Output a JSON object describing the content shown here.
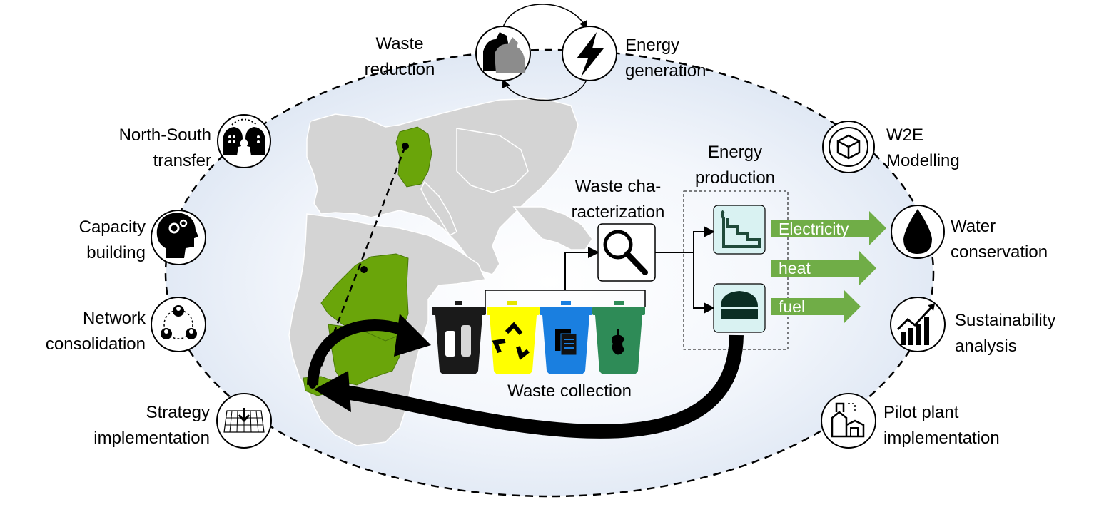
{
  "colors": {
    "green": "#6aa50a",
    "arrow_green": "#70ad47",
    "map_gray": "#d4d4d4",
    "bin_black": "#1a1a1a",
    "bin_yellow": "#ffff00",
    "bin_blue": "#1a7fe0",
    "bin_green": "#2e8b57",
    "energy_box": "#d9f2f2"
  },
  "top": {
    "waste_reduction": [
      "Waste",
      "reduction"
    ],
    "energy_generation": [
      "Energy",
      "generation"
    ]
  },
  "left_items": [
    {
      "label": [
        "North-South",
        "transfer"
      ],
      "icon": "heads-transfer-icon"
    },
    {
      "label": [
        "Capacity",
        "building"
      ],
      "icon": "head-gears-icon"
    },
    {
      "label": [
        "Network",
        "consolidation"
      ],
      "icon": "network-people-icon"
    },
    {
      "label": [
        "Strategy",
        "implementation"
      ],
      "icon": "grid-download-icon"
    }
  ],
  "right_items": [
    {
      "label": [
        "W2E",
        "Modelling"
      ],
      "icon": "cube-modelling-icon"
    },
    {
      "label": [
        "Water",
        "conservation"
      ],
      "icon": "water-drop-icon"
    },
    {
      "label": [
        "Sustainability",
        "analysis"
      ],
      "icon": "chart-growth-icon"
    },
    {
      "label": [
        "Pilot plant",
        "implementation"
      ],
      "icon": "factory-icon"
    }
  ],
  "center": {
    "waste_characterization": [
      "Waste cha-",
      "racterization"
    ],
    "energy_production": [
      "Energy",
      "production"
    ],
    "waste_collection": "Waste collection",
    "outputs": [
      "Electricity",
      "heat",
      "fuel"
    ]
  }
}
